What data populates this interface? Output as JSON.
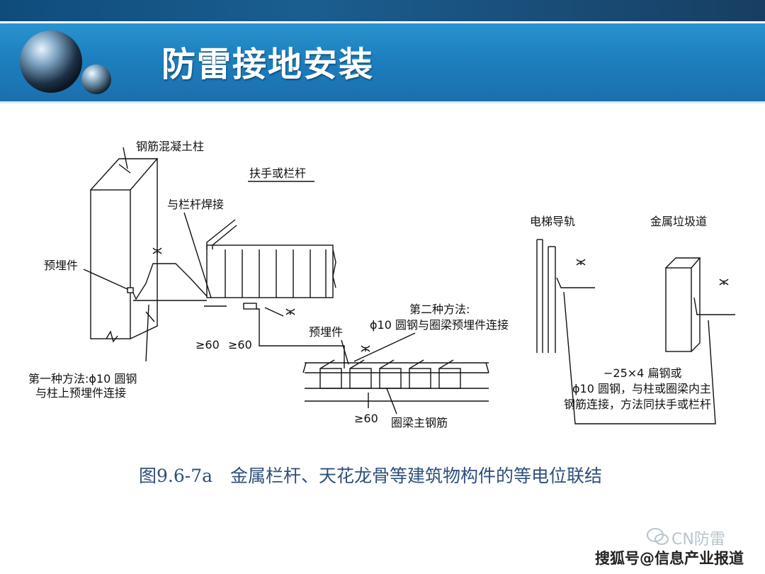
{
  "slide": {
    "title": "防雷接地安装",
    "caption": "图9.6-7a　金属栏杆、天花龙骨等建筑物构件的等电位联结"
  },
  "labels": {
    "column": "钢筋混凝土柱",
    "handrail": "扶手或栏杆",
    "weld_to_rail": "与栏杆焊接",
    "embedded_part_left": "预埋件",
    "embedded_part_mid": "预埋件",
    "dim_60_a": "≥60",
    "dim_60_b": "≥60",
    "dim_60_c": "≥60",
    "method1_line1": "第一种方法:ϕ10 圆钢",
    "method1_line2": "与柱上预埋件连接",
    "method2_line1": "第二种方法:",
    "method2_line2": "ϕ10 圆钢与圈梁预埋件连接",
    "ring_beam_rebar": "圈梁主钢筋",
    "elevator_rail": "电梯导轨",
    "garbage_chute": "金属垃圾道",
    "note_line1": "−25×4 扁钢或",
    "note_line2": "ϕ10 圆钢，与柱或圈梁内主",
    "note_line3": "钢筋连接，方法同扶手或栏杆"
  },
  "watermark": {
    "brand": "CN防雷",
    "source": "搜狐号@信息产业报道"
  }
}
